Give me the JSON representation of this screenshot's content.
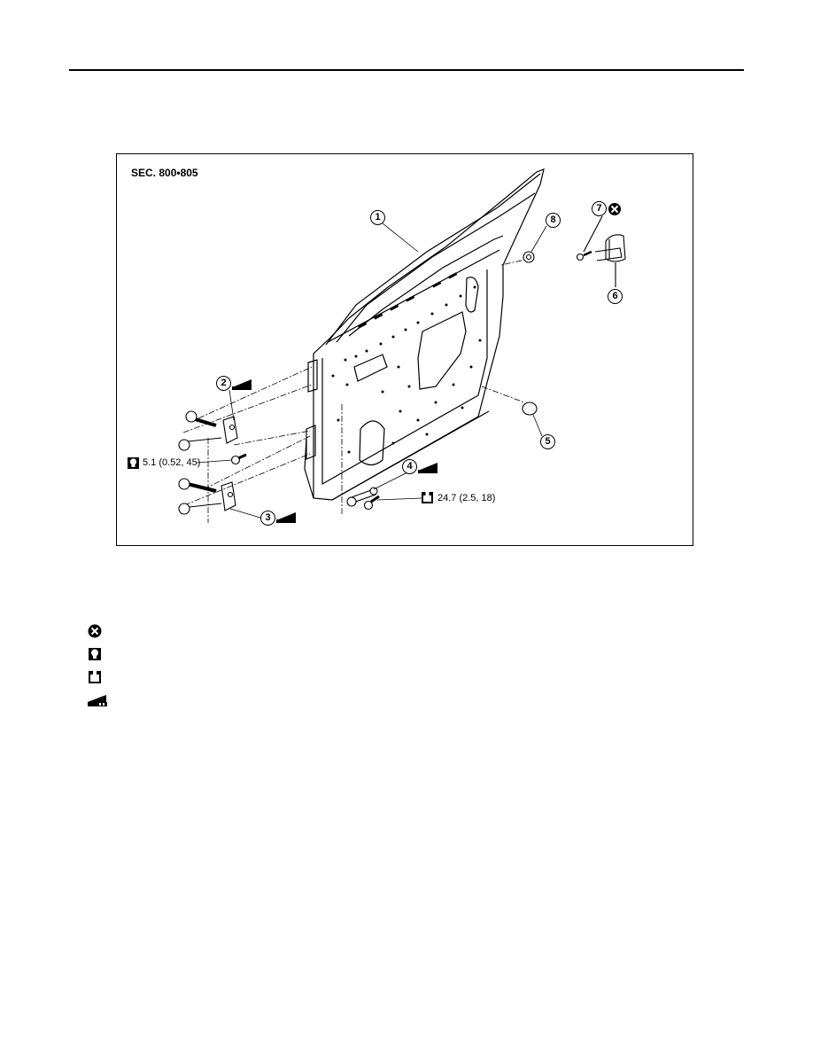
{
  "figure": {
    "section_label": "SEC. 800•805",
    "callouts": [
      "1",
      "2",
      "3",
      "4",
      "5",
      "6",
      "7",
      "8"
    ],
    "torque_upper": "5.1 (0.52, 45)",
    "torque_lower": "24.7 (2.5, 18)"
  },
  "legend": [
    {
      "icon": "do-not-reuse-icon",
      "label": ""
    },
    {
      "icon": "torque-wrench-icon",
      "label": ""
    },
    {
      "icon": "torque-wrench-open-icon",
      "label": ""
    },
    {
      "icon": "body-grease-icon",
      "label": ""
    }
  ]
}
